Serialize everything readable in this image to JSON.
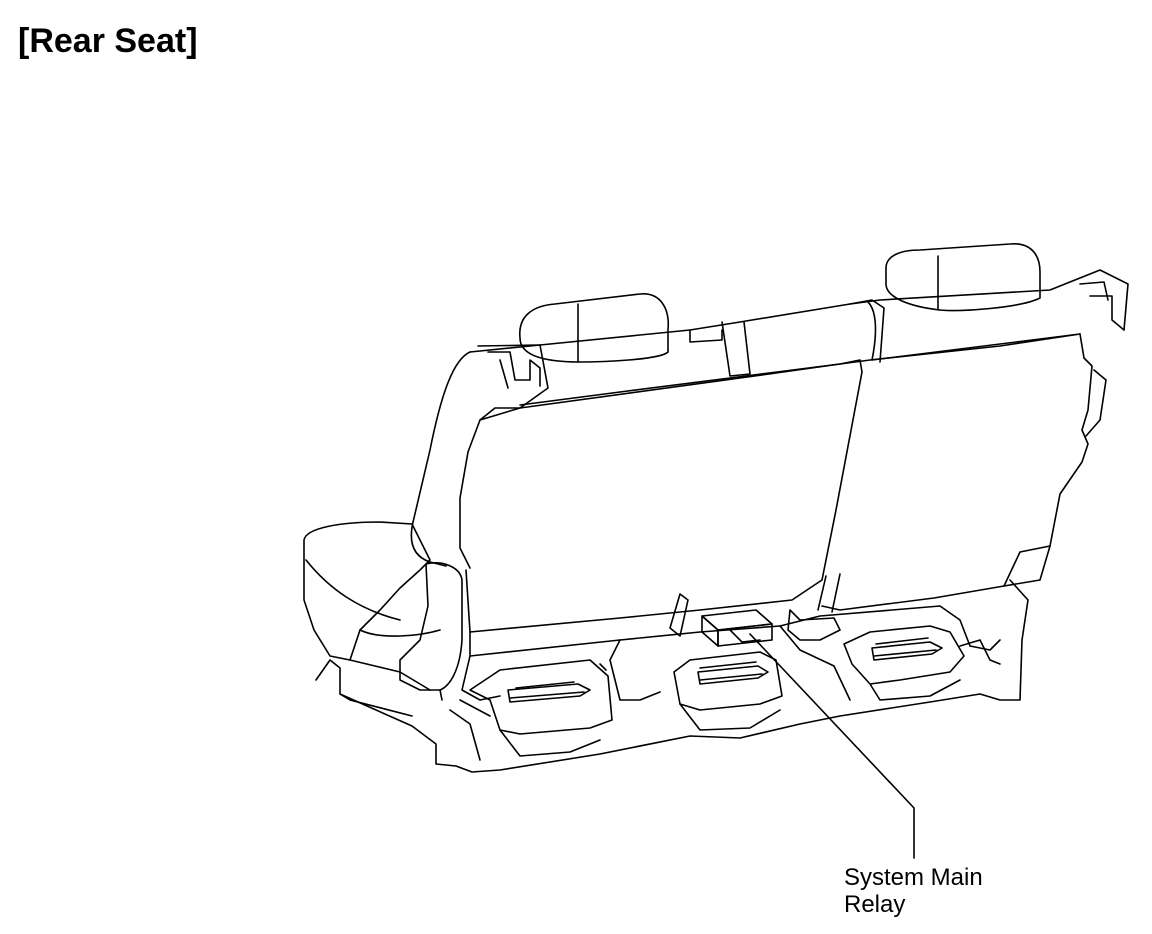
{
  "title": "[Rear Seat]",
  "callout": {
    "line1": "System Main",
    "line2": "Relay"
  },
  "colors": {
    "line": "#000000",
    "background": "#ffffff"
  }
}
